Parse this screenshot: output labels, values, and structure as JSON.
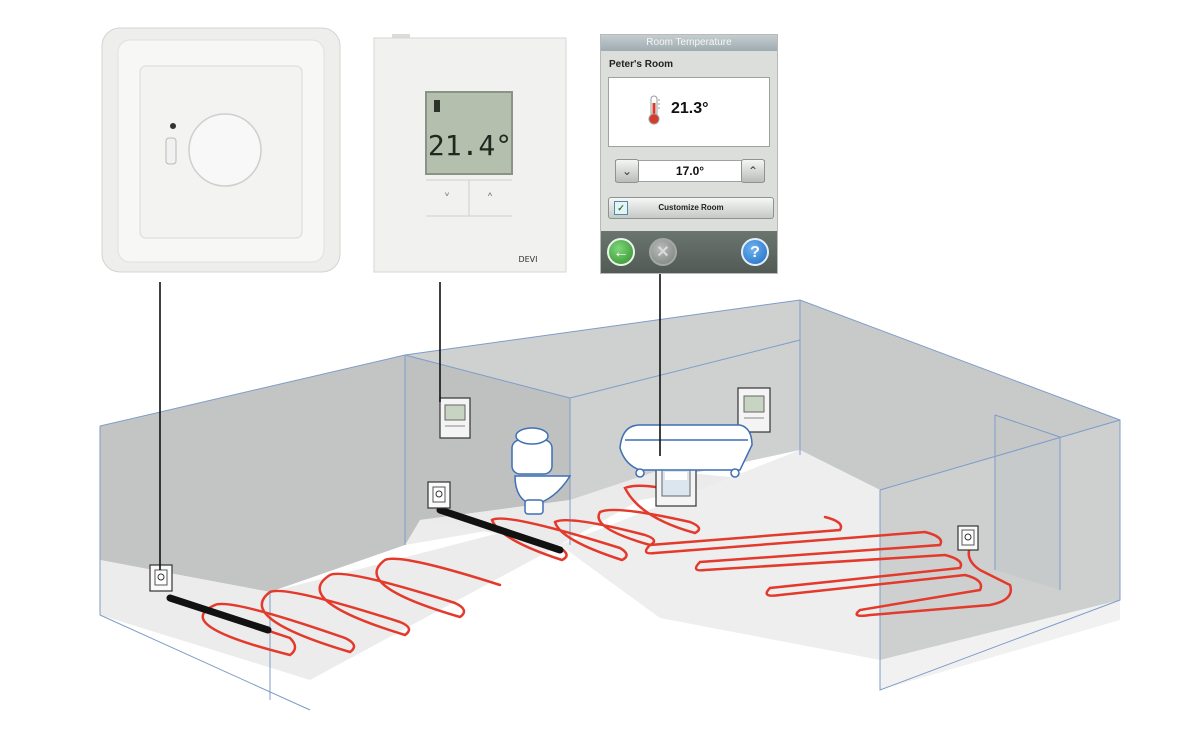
{
  "devices": {
    "dial_thermostat": {
      "icon": "dial-thermostat-icon"
    },
    "lcd_thermostat": {
      "display_value": "21.4°",
      "down_symbol": "˅",
      "up_symbol": "˄",
      "brand": "DEVI"
    },
    "touch_thermostat": {
      "title": "Room Temperature",
      "room_name": "Peter's Room",
      "current_temp": "21.3°",
      "set_temp": "17.0°",
      "down_symbol": "⌄",
      "up_symbol": "⌃",
      "customize_label": "Customize Room",
      "back_symbol": "←",
      "cancel_symbol": "✕",
      "help_symbol": "?"
    }
  },
  "scene": {
    "heating_cable_color": "#e33a2c",
    "wall_color": "#c9cbcb",
    "floor_color": "#ececec",
    "edge_color": "#7f9cc8"
  }
}
